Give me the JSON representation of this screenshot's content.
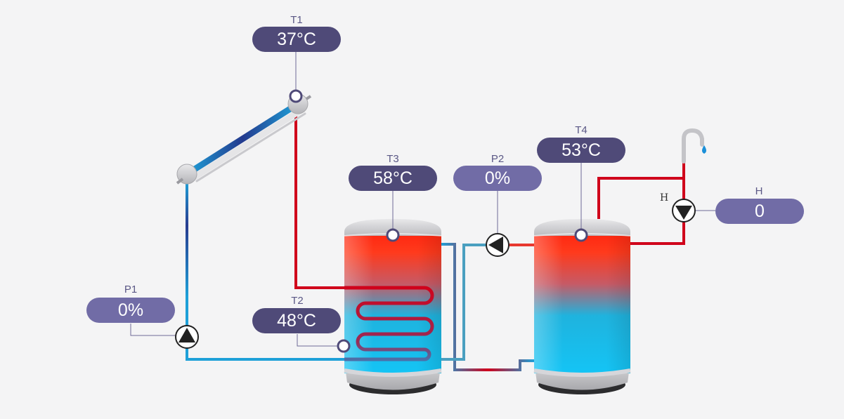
{
  "sensors": {
    "t1": {
      "label": "T1",
      "value": "37°C"
    },
    "t2": {
      "label": "T2",
      "value": "48°C"
    },
    "t3": {
      "label": "T3",
      "value": "58°C"
    },
    "t4": {
      "label": "T4",
      "value": "53°C"
    }
  },
  "pumps": {
    "p1": {
      "label": "P1",
      "value": "0%"
    },
    "p2": {
      "label": "P2",
      "value": "0%"
    }
  },
  "hot_water": {
    "label": "H",
    "value": "0",
    "valve_label": "H"
  },
  "colors": {
    "hot_pipe": "#d0021b",
    "cold_pipe": "#1ea0d8",
    "pill_dark": "#4f4a78",
    "pill_light": "#716ca6"
  }
}
